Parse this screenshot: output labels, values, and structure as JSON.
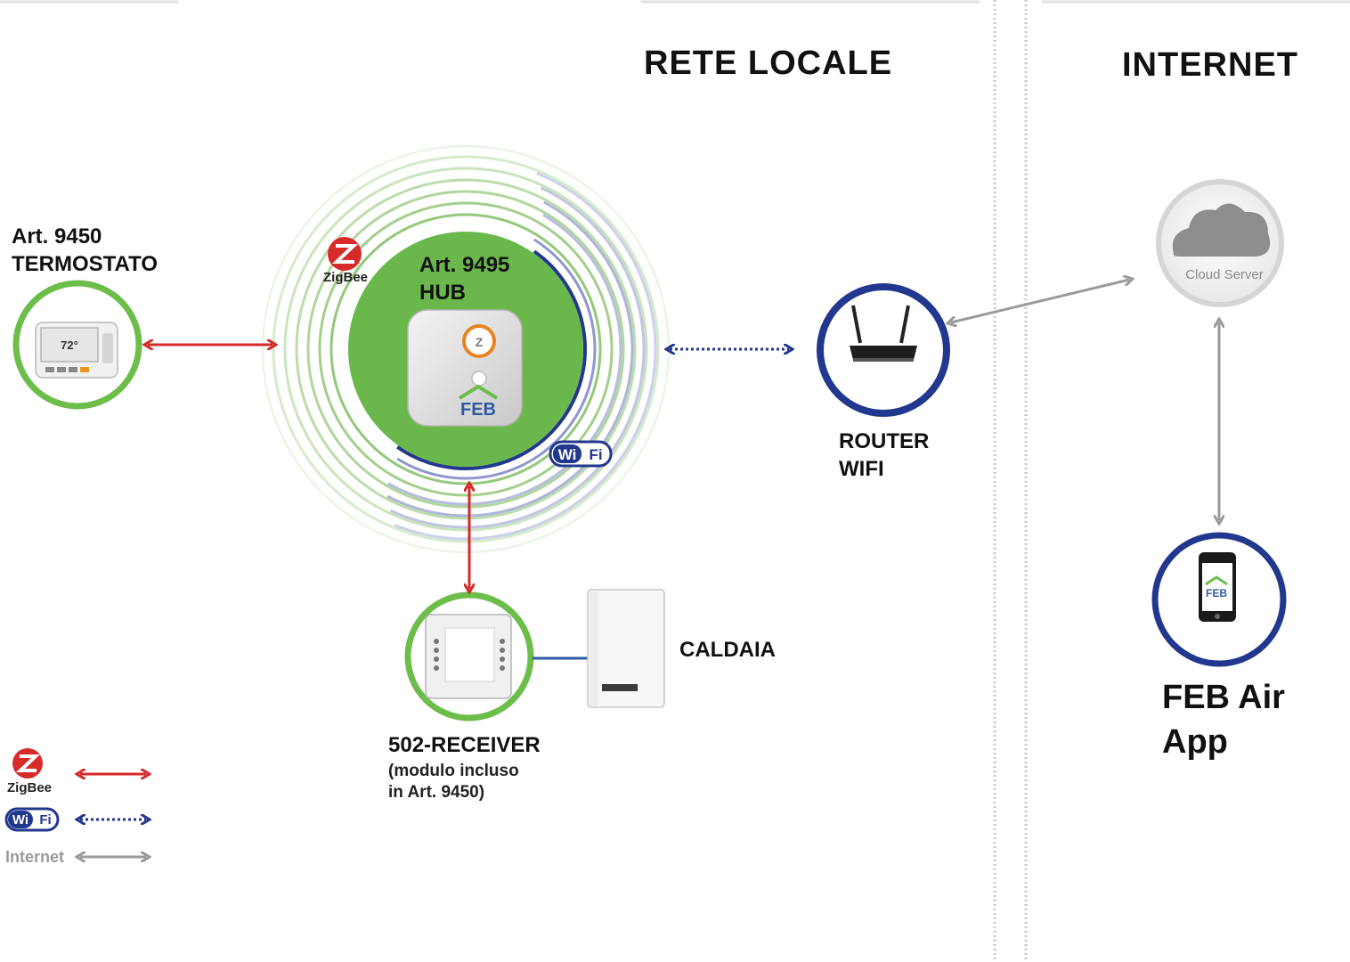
{
  "headings": {
    "local": "RETE LOCALE",
    "internet": "INTERNET"
  },
  "thermostat": {
    "art": "Art. 9450",
    "name": "TERMOSTATO",
    "display_temp": "72°"
  },
  "hub": {
    "art": "Art. 9495",
    "name": "HUB",
    "brand": "FEB"
  },
  "router": {
    "line1": "ROUTER",
    "line2": "WIFI"
  },
  "cloud": {
    "label": "Cloud Server"
  },
  "receiver": {
    "name": "502-RECEIVER",
    "note_line1": "(modulo incluso",
    "note_line2": "in Art. 9450)"
  },
  "boiler": {
    "label": "CALDAIA"
  },
  "app": {
    "line1": "FEB Air",
    "line2": "App",
    "brand": "FEB"
  },
  "zigbee_badge": {
    "text": "ZigBee"
  },
  "wifi_badge": {
    "wi": "Wi",
    "fi": "Fi"
  },
  "legend": {
    "zigbee": "ZigBee",
    "wifi_wi": "Wi",
    "wifi_fi": "Fi",
    "internet": "Internet"
  },
  "colors": {
    "zigbee_arrow": "#d42a2a",
    "wifi_arrow": "#22388f",
    "internet_arrow": "#9a9a9a",
    "green_ring": "#6cbd4a",
    "blue_ring": "#22388f",
    "hub_fill": "#6ab84c"
  },
  "icons": [
    "zigbee-logo-icon",
    "wifi-logo-icon",
    "cloud-icon",
    "router-icon",
    "smartphone-icon",
    "thermostat-icon",
    "boiler-icon",
    "receiver-module-icon"
  ]
}
